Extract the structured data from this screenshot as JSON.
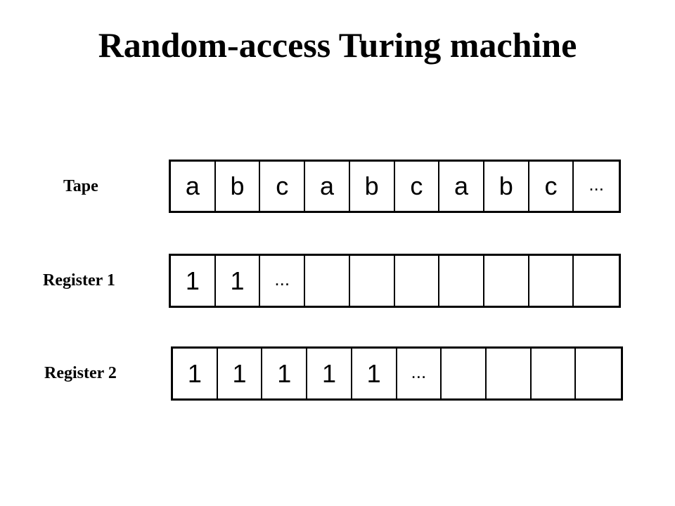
{
  "title": "Random-access Turing machine",
  "tape": {
    "label": "Tape",
    "cells": [
      "a",
      "b",
      "c",
      "a",
      "b",
      "c",
      "a",
      "b",
      "c",
      "..."
    ]
  },
  "register1": {
    "label": "Register 1",
    "cells": [
      "1",
      "1",
      "...",
      "",
      "",
      "",
      "",
      "",
      "",
      ""
    ]
  },
  "register2": {
    "label": "Register 2",
    "cells": [
      "1",
      "1",
      "1",
      "1",
      "1",
      "...",
      "",
      "",
      "",
      ""
    ]
  }
}
